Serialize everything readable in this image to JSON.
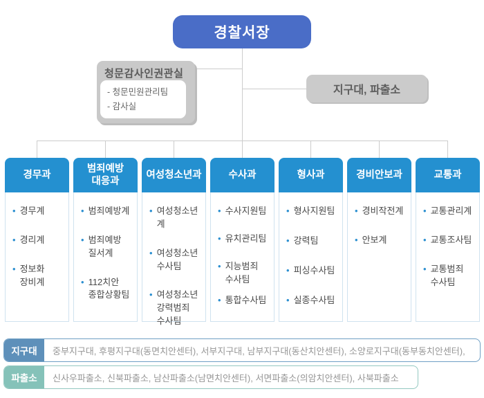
{
  "org": {
    "root": "경찰서장",
    "audit": {
      "title": "청문감사인권관실",
      "items": [
        "- 청문민원관리팀",
        "- 감사실"
      ]
    },
    "substations": "지구대, 파출소",
    "departments": [
      {
        "name": "경무과",
        "teams": [
          "경무계",
          "경리계",
          "정보화\n장비계"
        ]
      },
      {
        "name": "범죄예방\n대응과",
        "teams": [
          "범죄예방계",
          "범죄예방\n질서계",
          "112치안\n종합상황팀"
        ]
      },
      {
        "name": "여성청소년과",
        "teams": [
          "여성청소년계",
          "여성청소년\n수사팀",
          "여성청소년\n강력범죄\n수사팀"
        ]
      },
      {
        "name": "수사과",
        "teams": [
          "수사지원팀",
          "유치관리팀",
          "지능범죄\n수사팀",
          "통합수사팀"
        ]
      },
      {
        "name": "형사과",
        "teams": [
          "형사지원팀",
          "강력팀",
          "피싱수사팀",
          "실종수사팀"
        ]
      },
      {
        "name": "경비안보과",
        "teams": [
          "경비작전계",
          "안보계"
        ]
      },
      {
        "name": "교통과",
        "teams": [
          "교통관리계",
          "교통조사팀",
          "교통범죄\n수사팀"
        ]
      }
    ],
    "legend": [
      {
        "label": "지구대",
        "text": "중부지구대, 후평지구대(동면치안센터), 서부지구대, 남부지구대(동산치안센터), 소양로지구대(동부동치안센터),"
      },
      {
        "label": "파출소",
        "text": "신사우파출소, 신북파출소, 남산파출소(남면치안센터), 서면파출소(의암치안센터), 사북파출소"
      }
    ]
  },
  "icons": {
    "bullet": "•"
  },
  "colors": {
    "chief_box": "#4a6dc7",
    "dept_header": "#2490d0",
    "bullet": "#2b8fd0",
    "gray_box": "#c9c9c9",
    "connector": "#cccccc",
    "body_border": "#cfe2ef",
    "jigudae_label": "#5e90ba",
    "jigudae_border": "#6f9fc4",
    "pachulso_label": "#85c2b9",
    "pachulso_border": "#93c8c0"
  }
}
